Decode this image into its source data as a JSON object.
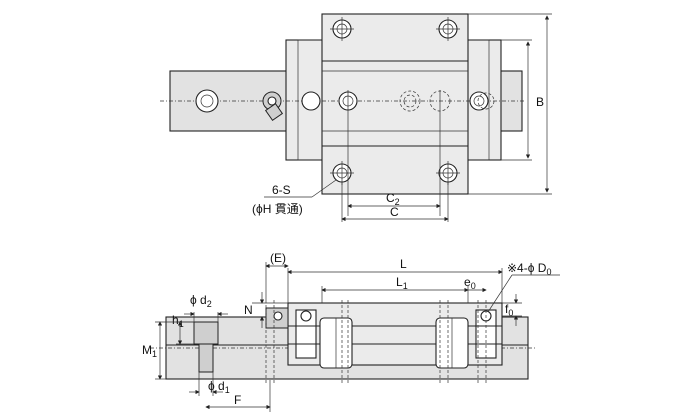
{
  "top_view": {
    "labels": {
      "B": "B",
      "six_s": "6-S",
      "phi_h": "(ϕH 貫通)",
      "C2": "C",
      "C2_sub": "2",
      "C": "C"
    }
  },
  "front_view": {
    "labels": {
      "E": "(E)",
      "L": "L",
      "L1": "L",
      "L1_sub": "1",
      "e0": "e",
      "e0_sub": "0",
      "D0": "※4-ϕ D",
      "D0_sub": "0",
      "f0": "f",
      "f0_sub": "0",
      "N": "N",
      "d2": "ϕ d",
      "d2_sub": "2",
      "h": "h",
      "h_sub": "1",
      "M1": "M",
      "M1_sub": "1",
      "d1": "ϕ d",
      "d1_sub": "1",
      "F": "F"
    }
  }
}
